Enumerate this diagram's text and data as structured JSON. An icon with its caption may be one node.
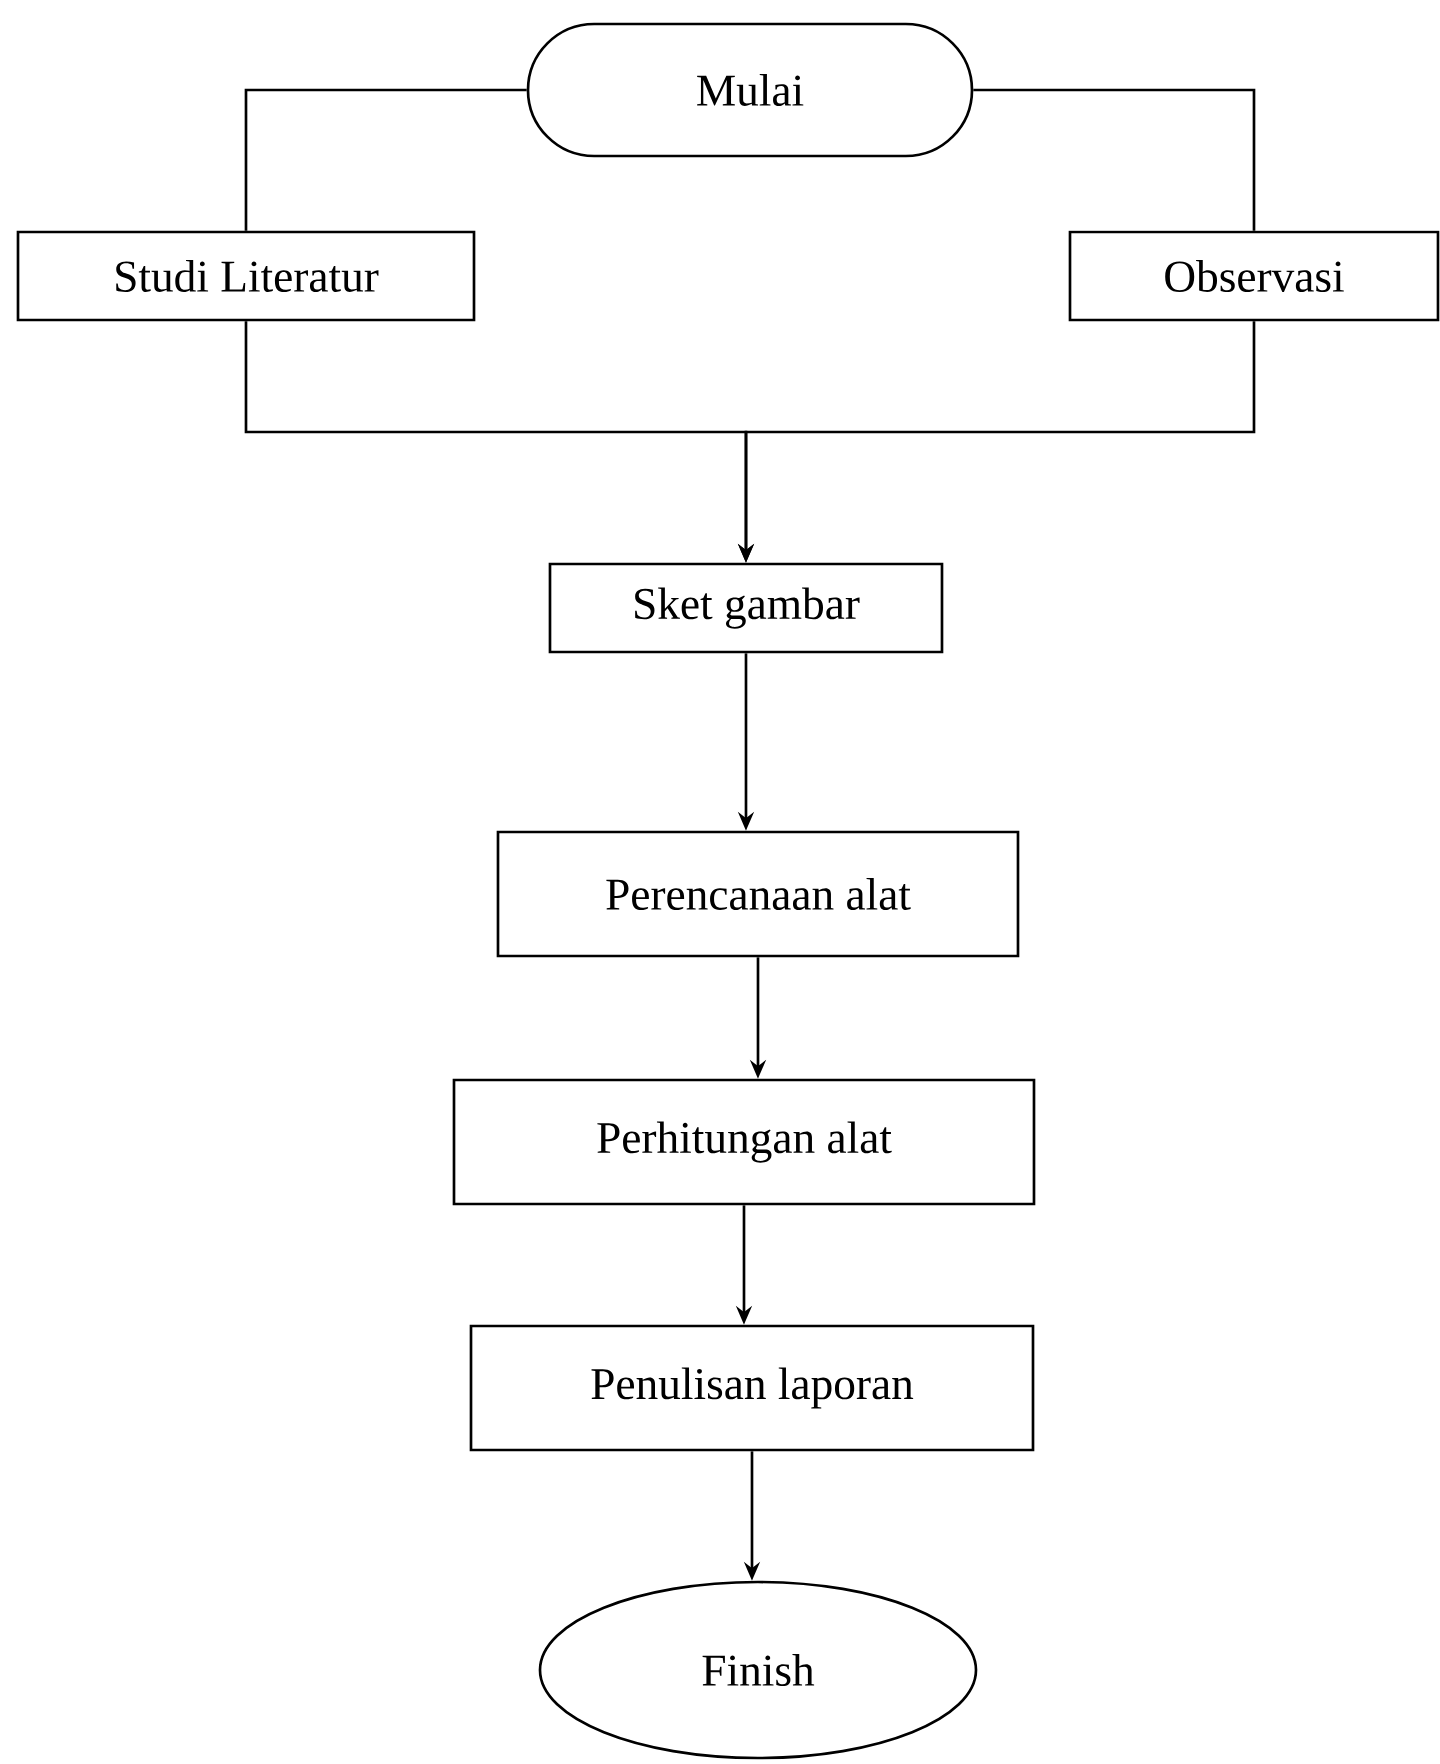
{
  "diagram": {
    "nodes": [
      {
        "text": [
          "Mulai"
        ]
      },
      {
        "text": [
          "Studi Literatur"
        ]
      },
      {
        "text": [
          "Observasi"
        ]
      },
      {
        "text": [
          "Sket gambar"
        ]
      },
      {
        "text": [
          "Perencanaan alat"
        ]
      },
      {
        "text": [
          "Perhitungan alat"
        ]
      },
      {
        "text": [
          "Penulisan laporan"
        ]
      },
      {
        "text": [
          "Finish"
        ]
      }
    ],
    "edges": [
      {
        "from": 0,
        "to": 1,
        "arrow": "none"
      },
      {
        "from": 0,
        "to": 2,
        "arrow": "none"
      },
      {
        "from": 1,
        "to": 3,
        "arrow": "to"
      },
      {
        "from": 2,
        "to": 3,
        "arrow": "to"
      },
      {
        "from": 3,
        "to": 4,
        "arrow": "to"
      },
      {
        "from": 4,
        "to": 5,
        "arrow": "to"
      },
      {
        "from": 5,
        "to": 6,
        "arrow": "to"
      },
      {
        "from": 6,
        "to": 7,
        "arrow": "to"
      }
    ]
  }
}
